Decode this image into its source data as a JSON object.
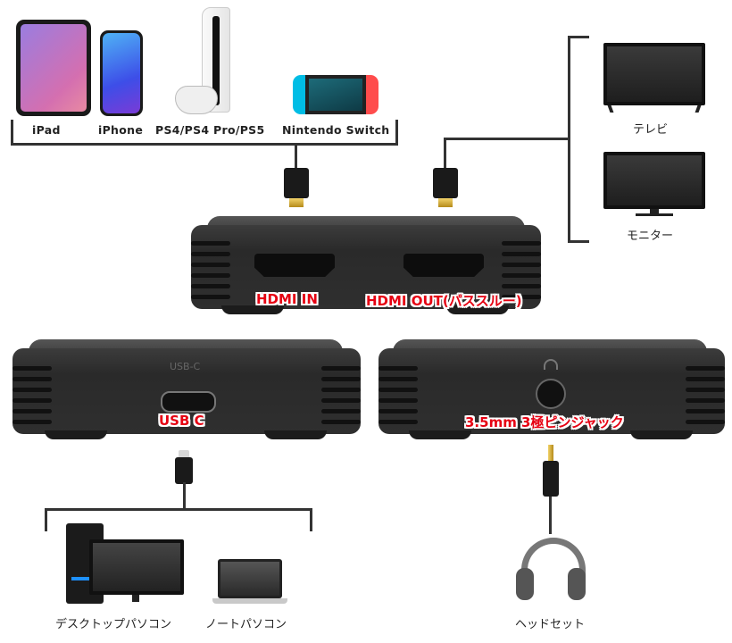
{
  "sources": [
    {
      "label": "iPad"
    },
    {
      "label": "iPhone"
    },
    {
      "label": "PS4/PS4 Pro/PS5"
    },
    {
      "label": "Nintendo Switch"
    }
  ],
  "displays": [
    {
      "label": "テレビ"
    },
    {
      "label": "モニター"
    }
  ],
  "capture_top": {
    "port_in": "HDMI IN",
    "port_out": "HDMI OUT(パススルー)"
  },
  "capture_left": {
    "engraving": "USB-C",
    "port_label": "USB C"
  },
  "capture_right": {
    "port_label": "3.5mm 3極ピンジャック"
  },
  "computers": [
    {
      "label": "デスクトップパソコン"
    },
    {
      "label": "ノートパソコン"
    }
  ],
  "audio": [
    {
      "label": "ヘッドセット"
    }
  ],
  "colors": {
    "accent": "#e60012",
    "device_body": "#2f2f2f",
    "line": "#333333"
  }
}
